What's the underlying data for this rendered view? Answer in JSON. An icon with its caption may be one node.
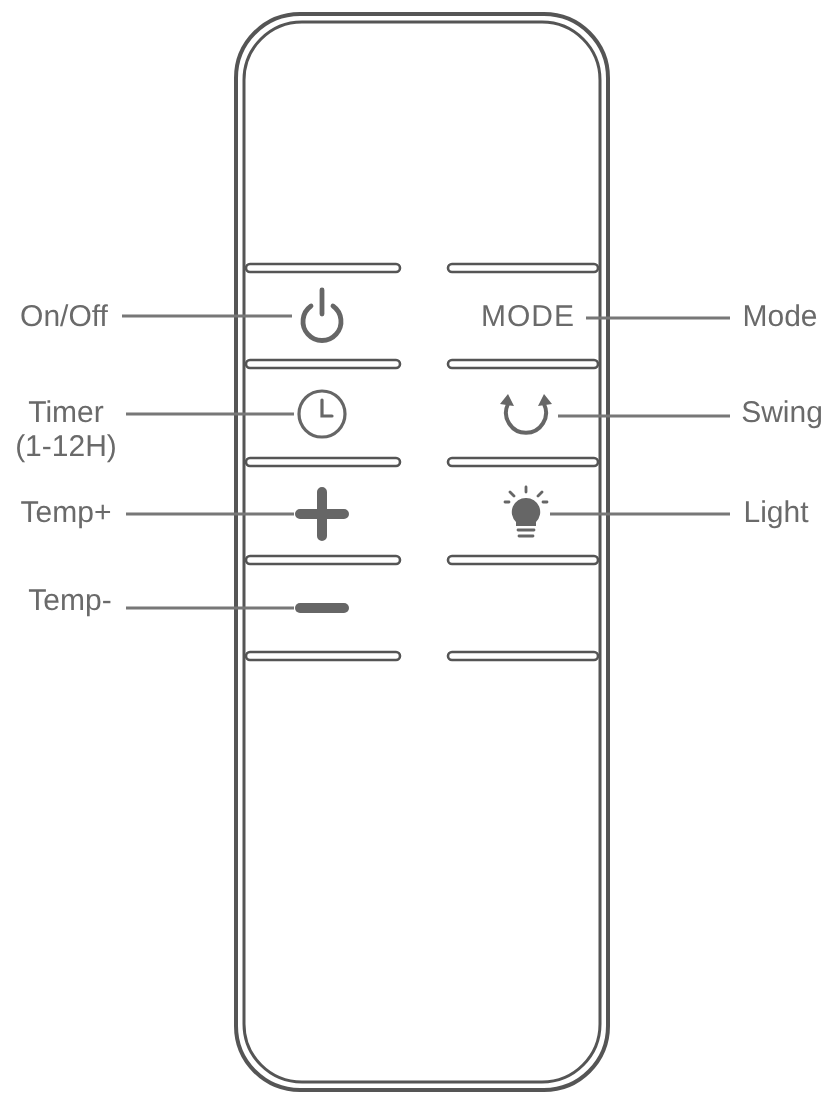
{
  "diagram": {
    "nodes": [
      {
        "text": [
          "On/Off"
        ]
      },
      {
        "text": [],
        "shape": "button"
      },
      {
        "text": [
          "MODE"
        ]
      },
      {
        "text": [
          "Mode"
        ]
      },
      {
        "text": [
          "Timer (1-12H)"
        ]
      },
      {
        "text": [],
        "shape": "button"
      },
      {
        "text": [],
        "shape": "button"
      },
      {
        "text": [
          "Swing"
        ]
      },
      {
        "text": [
          "Temp+"
        ]
      },
      {
        "text": [],
        "shape": "button"
      },
      {
        "text": [],
        "shape": "button"
      },
      {
        "text": [
          "Light"
        ]
      },
      {
        "text": [
          "Temp-"
        ]
      },
      {
        "text": [],
        "shape": "button"
      }
    ],
    "edges": [
      {
        "from": 0,
        "to": 1,
        "arrow": "none"
      },
      {
        "from": 3,
        "to": 2,
        "arrow": "none"
      },
      {
        "from": 4,
        "to": 5,
        "arrow": "none"
      },
      {
        "from": 7,
        "to": 6,
        "arrow": "none"
      },
      {
        "from": 8,
        "to": 9,
        "arrow": "none"
      },
      {
        "from": 11,
        "to": 10,
        "arrow": "none"
      },
      {
        "from": 12,
        "to": 13,
        "arrow": "none"
      }
    ]
  }
}
